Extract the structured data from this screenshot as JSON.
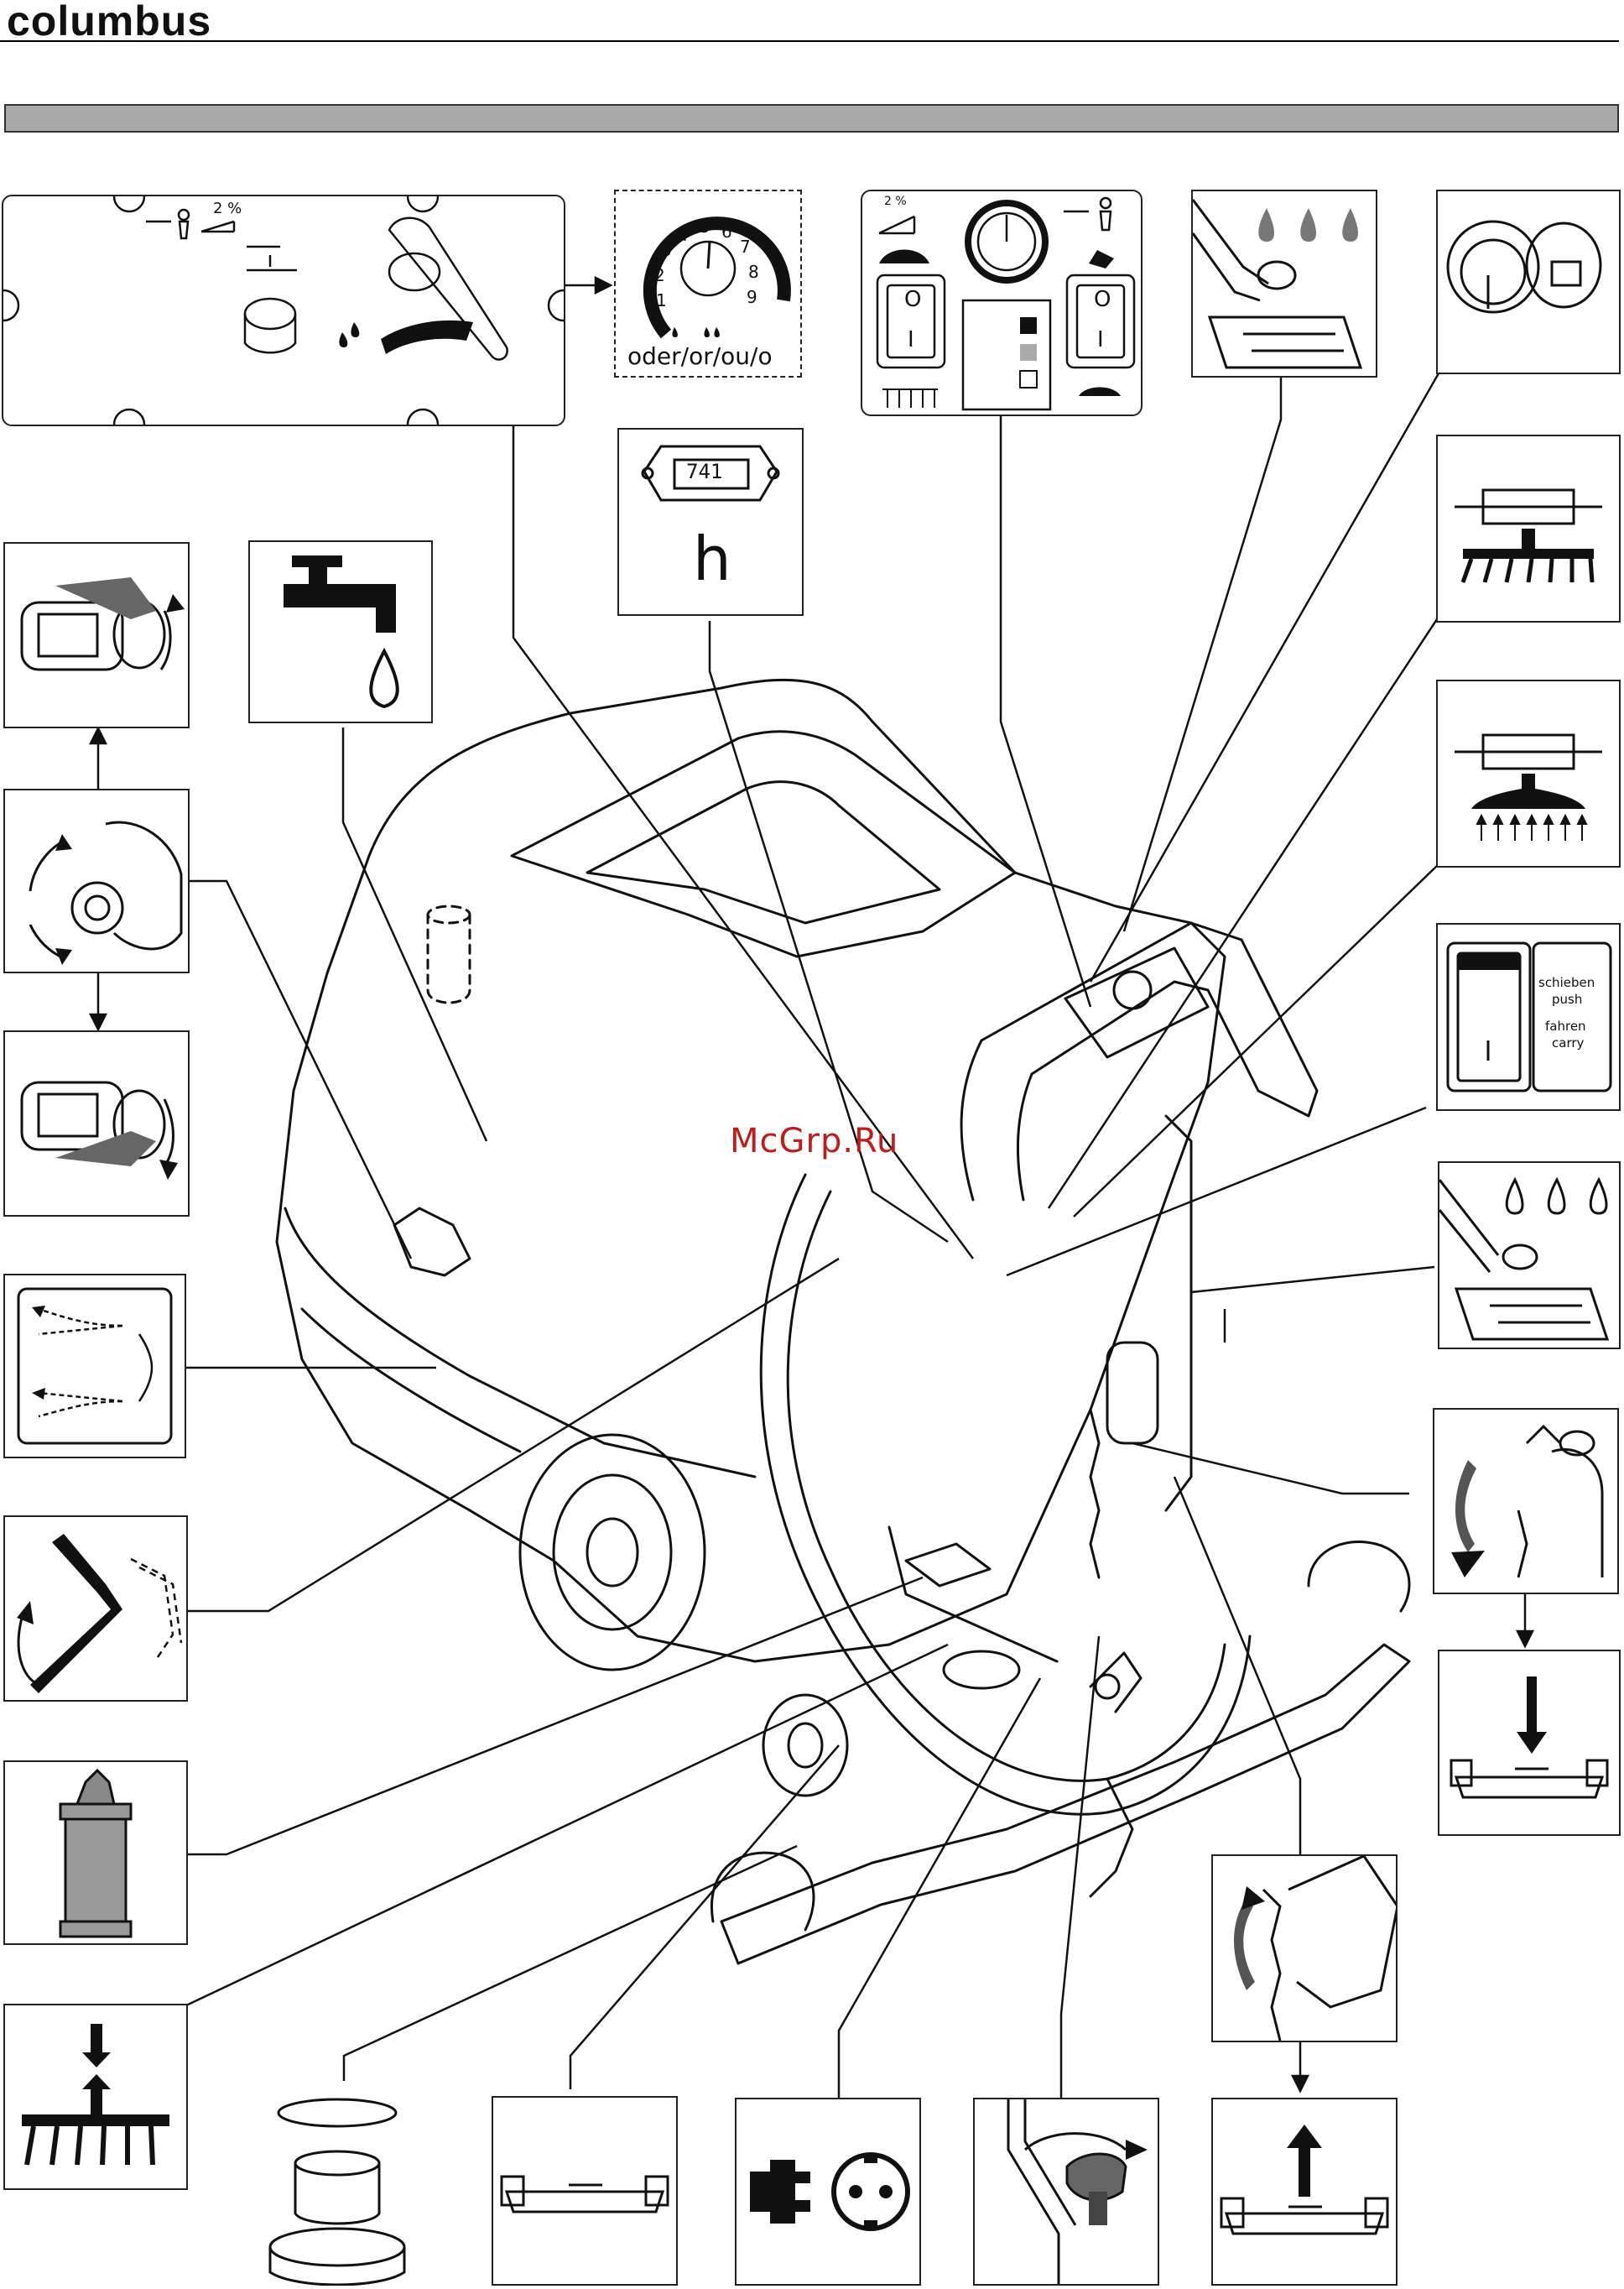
{
  "header": {
    "brand": "columbus"
  },
  "dial": {
    "caption": "oder/or/ou/o",
    "scale": [
      "1",
      "2",
      "3",
      "4",
      "5",
      "6",
      "7",
      "8",
      "9"
    ]
  },
  "hour_meter": {
    "reading": "741",
    "unit": "h"
  },
  "control_panel": {
    "speed_label": "2 %",
    "switch_top": "O",
    "switch_bottom": "I"
  },
  "slope_label": {
    "value": "2 %"
  },
  "push_switch": {
    "lines": [
      "schieben",
      "push",
      "fahren",
      "carry"
    ]
  },
  "watermark": "McGrp.Ru"
}
